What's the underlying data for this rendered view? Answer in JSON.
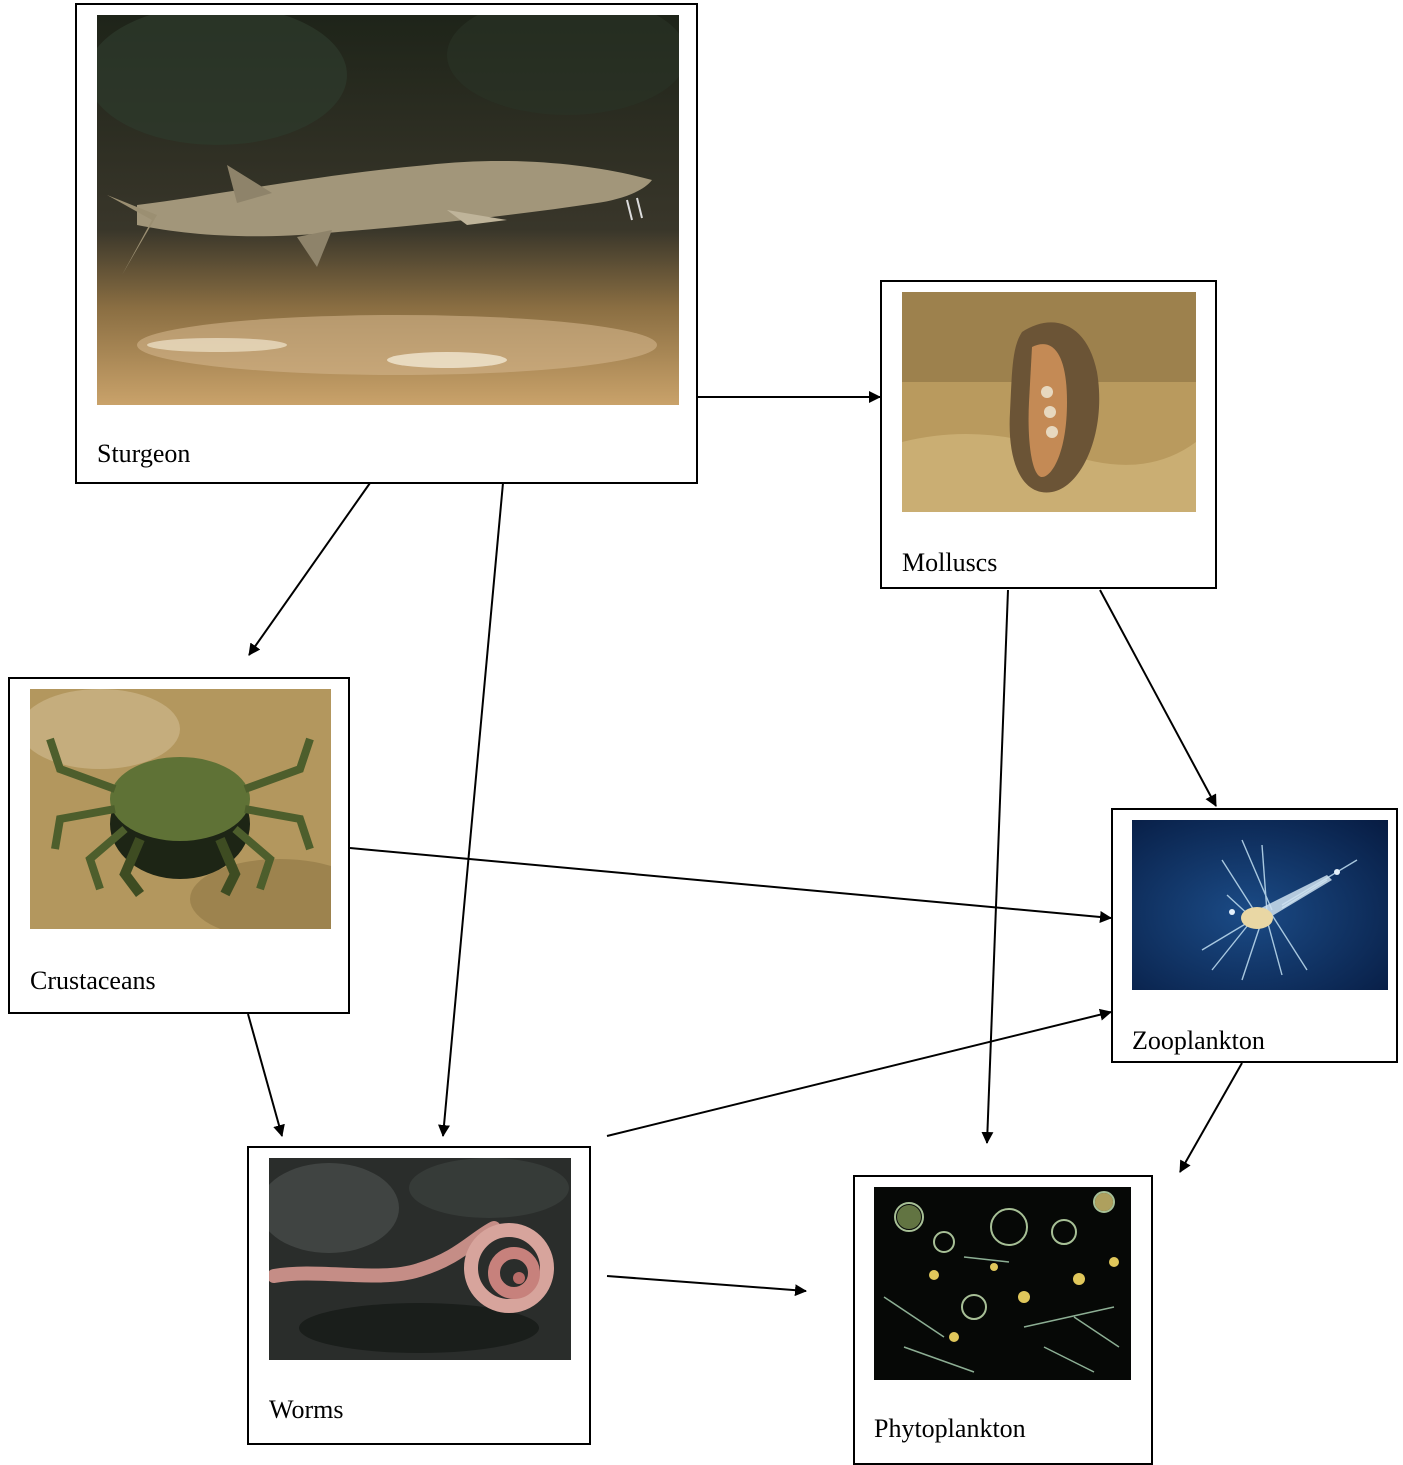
{
  "nodes": {
    "sturgeon": {
      "label": "Sturgeon",
      "image": "sturgeon-photo"
    },
    "molluscs": {
      "label": "Molluscs",
      "image": "mollusc-photo"
    },
    "crustaceans": {
      "label": "Crustaceans",
      "image": "crab-photo"
    },
    "zooplankton": {
      "label": "Zooplankton",
      "image": "zooplankton-photo"
    },
    "worms": {
      "label": "Worms",
      "image": "worm-photo"
    },
    "phytoplankton": {
      "label": "Phytoplankton",
      "image": "phytoplankton-photo"
    }
  },
  "edges": [
    {
      "from": "sturgeon",
      "to": "molluscs"
    },
    {
      "from": "sturgeon",
      "to": "crustaceans"
    },
    {
      "from": "sturgeon",
      "to": "worms"
    },
    {
      "from": "molluscs",
      "to": "phytoplankton"
    },
    {
      "from": "molluscs",
      "to": "zooplankton"
    },
    {
      "from": "crustaceans",
      "to": "zooplankton"
    },
    {
      "from": "crustaceans",
      "to": "worms"
    },
    {
      "from": "worms",
      "to": "zooplankton"
    },
    {
      "from": "worms",
      "to": "phytoplankton"
    },
    {
      "from": "zooplankton",
      "to": "phytoplankton"
    }
  ],
  "colors": {
    "line": "#000000",
    "border": "#000000",
    "background": "#ffffff"
  }
}
